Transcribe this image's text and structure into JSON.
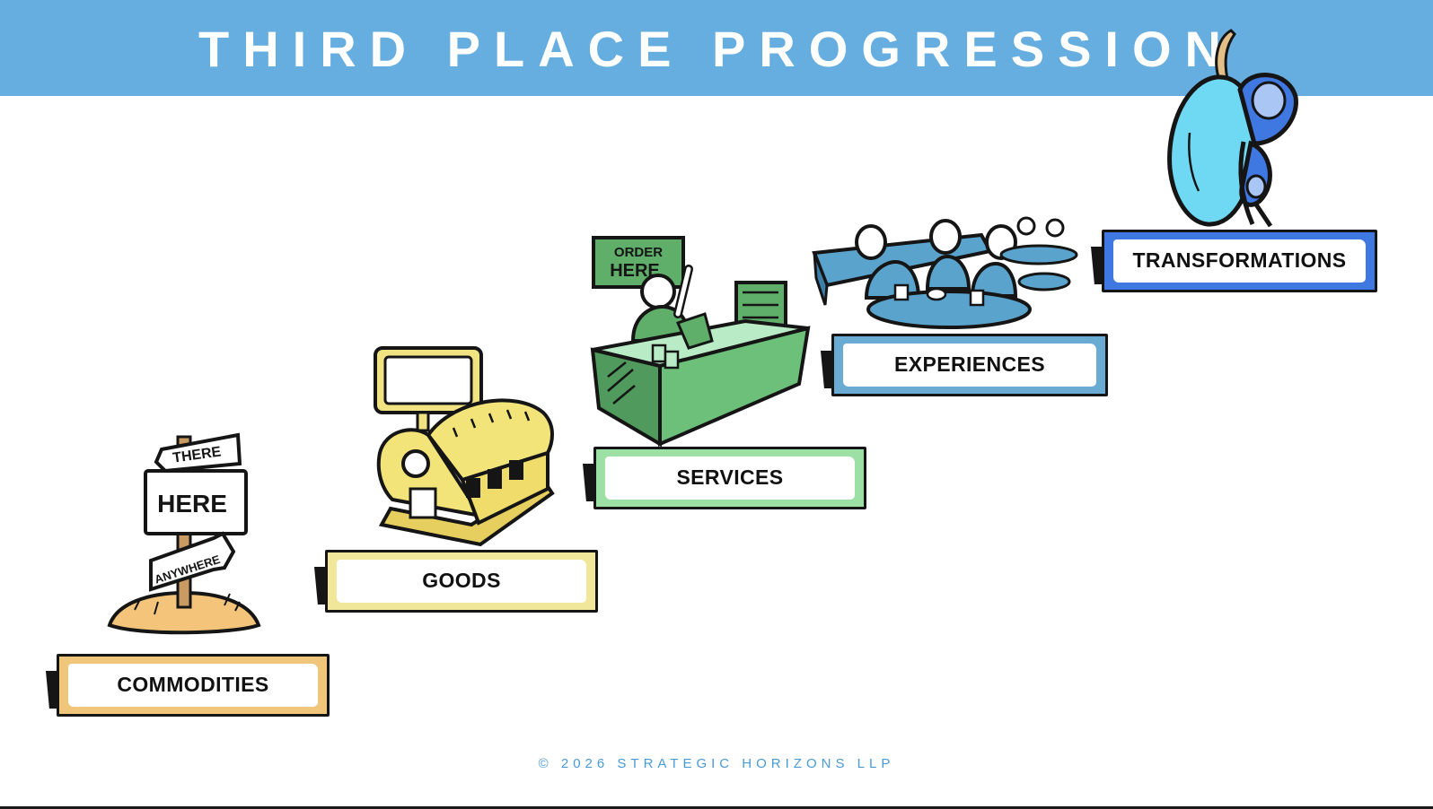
{
  "header": {
    "title": "THIRD PLACE PROGRESSION",
    "background_color": "#66ade0",
    "title_color": "#ffffff"
  },
  "steps": [
    {
      "label": "COMMODITIES",
      "color": "#f0c77a",
      "icon": "signpost-icon"
    },
    {
      "label": "GOODS",
      "color": "#f1e79a",
      "icon": "storefront-icon"
    },
    {
      "label": "SERVICES",
      "color": "#9de0a6",
      "icon": "order-counter-icon"
    },
    {
      "label": "EXPERIENCES",
      "color": "#6aabd4",
      "icon": "cafe-seating-icon"
    },
    {
      "label": "TRANSFORMATIONS",
      "color": "#3f78e0",
      "icon": "butterfly-cocoon-icon"
    }
  ],
  "illustrations": {
    "signpost": {
      "top": "THERE",
      "middle": "HERE",
      "bottom": "ANYWHERE"
    },
    "counter": {
      "sign": [
        "ORDER",
        "HERE"
      ]
    }
  },
  "footer": {
    "text": "© 2026 STRATEGIC HORIZONS LLP",
    "color": "#4a9ad5"
  }
}
